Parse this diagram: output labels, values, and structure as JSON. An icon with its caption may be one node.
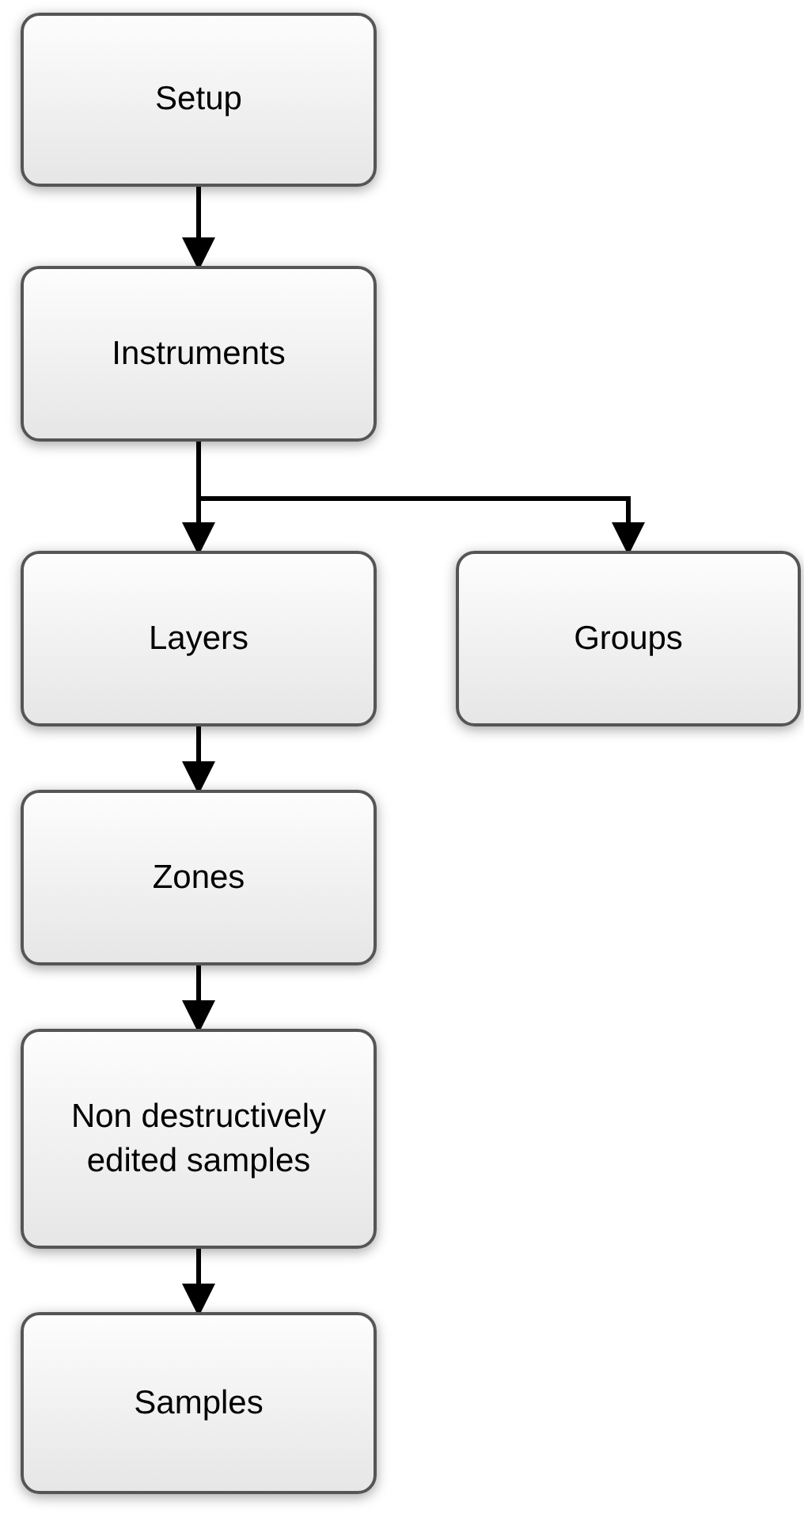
{
  "diagram": {
    "nodes": [
      {
        "text": [
          "Setup"
        ]
      },
      {
        "text": [
          "Instruments"
        ]
      },
      {
        "text": [
          "Layers"
        ]
      },
      {
        "text": [
          "Groups"
        ]
      },
      {
        "text": [
          "Zones"
        ]
      },
      {
        "text": [
          "Non destructively edited samples"
        ]
      },
      {
        "text": [
          "Samples"
        ]
      }
    ],
    "edges": [
      {
        "from": 0,
        "to": 1,
        "arrow": "to"
      },
      {
        "from": 1,
        "to": 2,
        "arrow": "to"
      },
      {
        "from": 1,
        "to": 3,
        "arrow": "to"
      },
      {
        "from": 2,
        "to": 4,
        "arrow": "to"
      },
      {
        "from": 4,
        "to": 5,
        "arrow": "to"
      },
      {
        "from": 5,
        "to": 6,
        "arrow": "to"
      }
    ]
  }
}
